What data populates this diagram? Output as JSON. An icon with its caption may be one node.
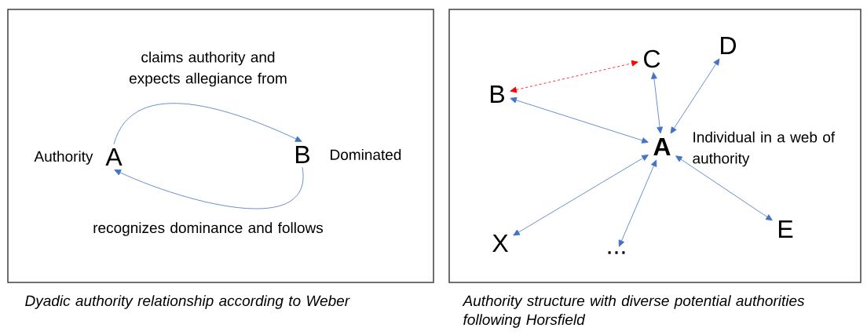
{
  "diagram": {
    "nodes": [
      {
        "text": [
          "Dyadic authority relationship according to Weber"
        ]
      },
      {
        "text": [
          "A"
        ],
        "beside": [
          "Authority"
        ],
        "in": 0
      },
      {
        "text": [
          "B"
        ],
        "beside": [
          "Dominated"
        ],
        "in": 0
      },
      {
        "text": [
          "Authority structure with diverse potential authorities following Horsfield"
        ]
      },
      {
        "text": [
          "A"
        ],
        "beside": [
          "Individual in a web of authority"
        ],
        "in": 3
      },
      {
        "text": [
          "B"
        ],
        "in": 3
      },
      {
        "text": [
          "C"
        ],
        "in": 3
      },
      {
        "text": [
          "D"
        ],
        "in": 3
      },
      {
        "text": [
          "X"
        ],
        "in": 3
      },
      {
        "text": [
          "..."
        ],
        "in": 3
      },
      {
        "text": [
          "E"
        ],
        "in": 3
      }
    ],
    "edges": [
      {
        "from": 1,
        "to": 2,
        "arrow": "to",
        "label": "claims authority and expects allegiance from"
      },
      {
        "from": 2,
        "to": 1,
        "arrow": "to",
        "label": "recognizes dominance and follows"
      },
      {
        "from": 5,
        "to": 6,
        "arrow": "both",
        "style": "dashed",
        "color": "#ff0000"
      },
      {
        "from": 5,
        "to": 4,
        "arrow": "both"
      },
      {
        "from": 6,
        "to": 4,
        "arrow": "both"
      },
      {
        "from": 7,
        "to": 4,
        "arrow": "both"
      },
      {
        "from": 8,
        "to": 4,
        "arrow": "both"
      },
      {
        "from": 9,
        "to": 4,
        "arrow": "both"
      },
      {
        "from": 10,
        "to": 4,
        "arrow": "both"
      }
    ]
  }
}
